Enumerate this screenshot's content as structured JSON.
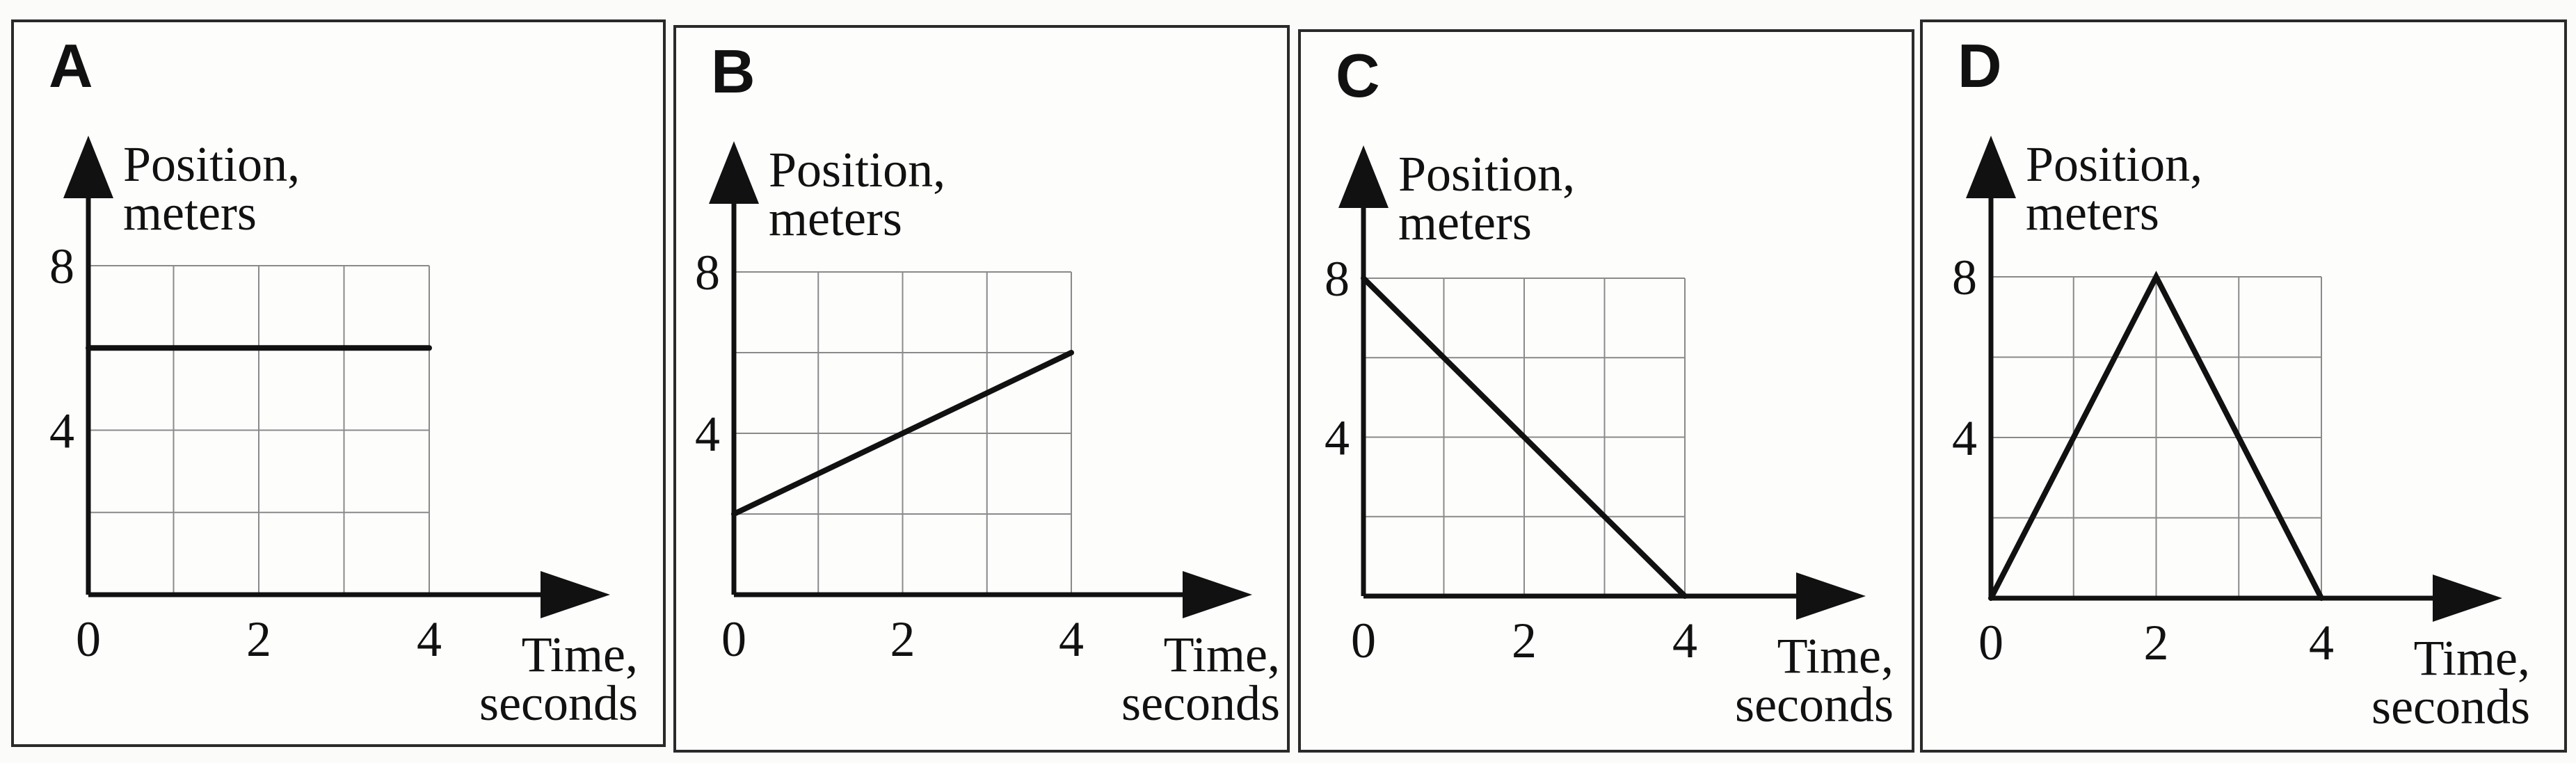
{
  "chart_data": [
    {
      "panel": "A",
      "type": "line",
      "ylabel_line1": "Position,",
      "ylabel_line2": "meters",
      "xlabel_line1": "Time,",
      "xlabel_line2": "seconds",
      "x_ticks": [
        "0",
        "2",
        "4"
      ],
      "y_ticks": [
        "4",
        "8"
      ],
      "xlim": [
        0,
        4
      ],
      "ylim": [
        0,
        8
      ],
      "grid": true,
      "series": [
        {
          "x": [
            0,
            4
          ],
          "y": [
            6,
            6
          ]
        }
      ]
    },
    {
      "panel": "B",
      "type": "line",
      "ylabel_line1": "Position,",
      "ylabel_line2": "meters",
      "xlabel_line1": "Time,",
      "xlabel_line2": "seconds",
      "x_ticks": [
        "0",
        "2",
        "4"
      ],
      "y_ticks": [
        "4",
        "8"
      ],
      "xlim": [
        0,
        4
      ],
      "ylim": [
        0,
        8
      ],
      "grid": true,
      "series": [
        {
          "x": [
            0,
            4
          ],
          "y": [
            2,
            6
          ]
        }
      ]
    },
    {
      "panel": "C",
      "type": "line",
      "ylabel_line1": "Position,",
      "ylabel_line2": "meters",
      "xlabel_line1": "Time,",
      "xlabel_line2": "seconds",
      "x_ticks": [
        "0",
        "2",
        "4"
      ],
      "y_ticks": [
        "4",
        "8"
      ],
      "xlim": [
        0,
        4
      ],
      "ylim": [
        0,
        8
      ],
      "grid": true,
      "series": [
        {
          "x": [
            0,
            4
          ],
          "y": [
            8,
            0
          ]
        }
      ]
    },
    {
      "panel": "D",
      "type": "line",
      "ylabel_line1": "Position,",
      "ylabel_line2": "meters",
      "xlabel_line1": "Time,",
      "xlabel_line2": "seconds",
      "x_ticks": [
        "0",
        "2",
        "4"
      ],
      "y_ticks": [
        "4",
        "8"
      ],
      "xlim": [
        0,
        4
      ],
      "ylim": [
        0,
        8
      ],
      "grid": true,
      "series": [
        {
          "x": [
            0,
            2,
            4
          ],
          "y": [
            0,
            8,
            0
          ]
        }
      ]
    }
  ]
}
